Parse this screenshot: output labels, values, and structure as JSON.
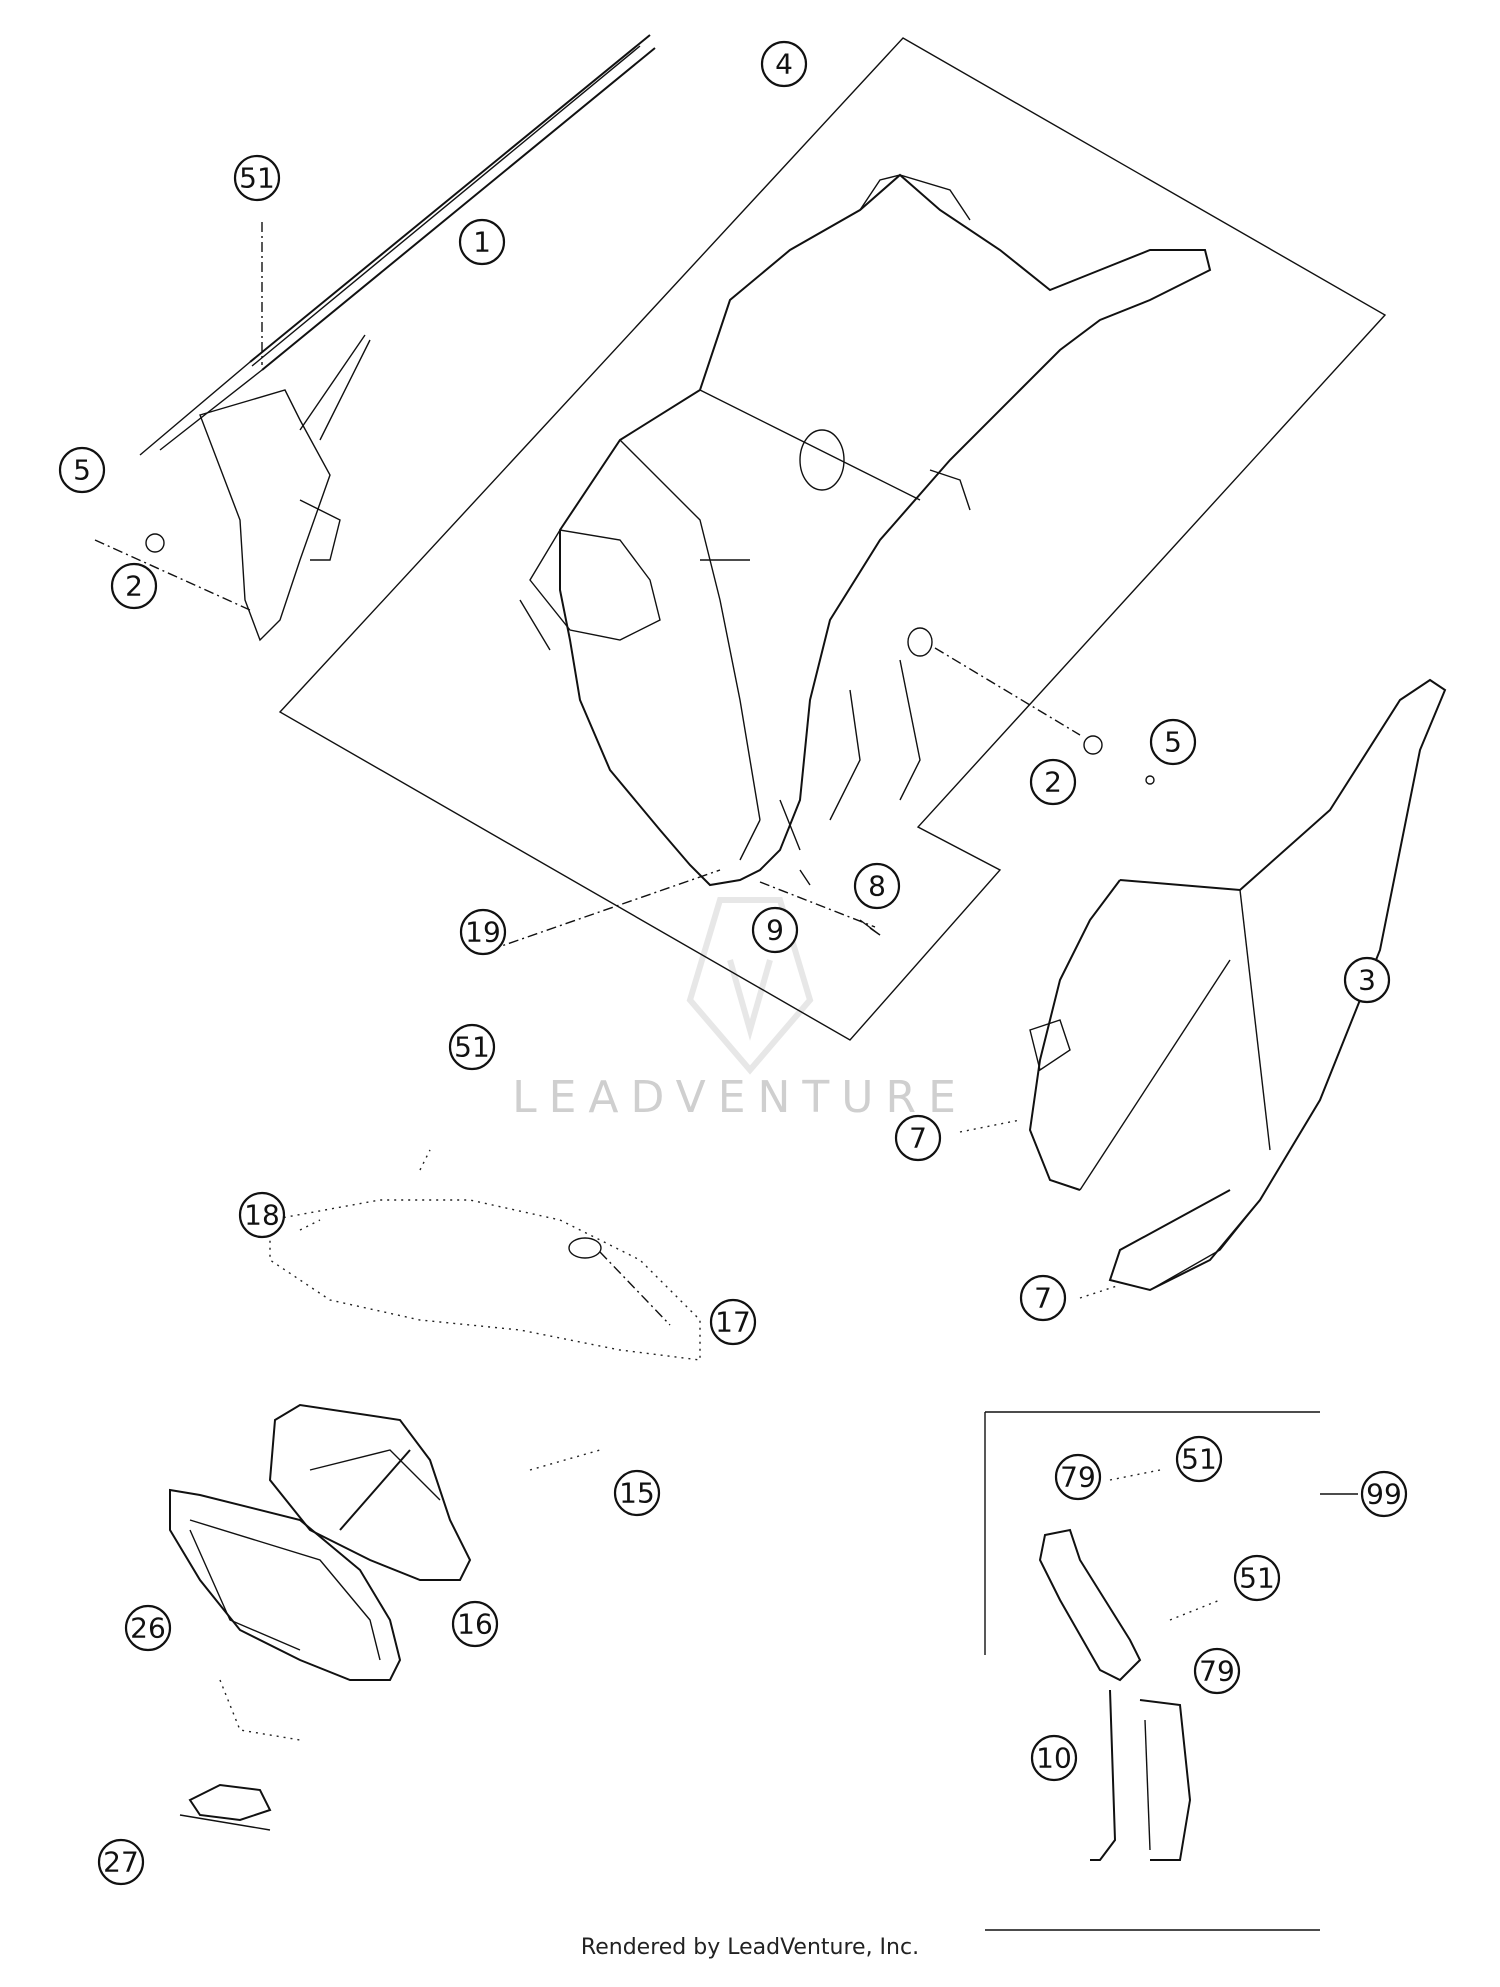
{
  "callouts": [
    {
      "id": "c51a",
      "label": "51"
    },
    {
      "id": "c1",
      "label": "1"
    },
    {
      "id": "c4",
      "label": "4"
    },
    {
      "id": "c5a",
      "label": "5"
    },
    {
      "id": "c2a",
      "label": "2"
    },
    {
      "id": "c2b",
      "label": "2"
    },
    {
      "id": "c5b",
      "label": "5"
    },
    {
      "id": "c8",
      "label": "8"
    },
    {
      "id": "c9",
      "label": "9"
    },
    {
      "id": "c19",
      "label": "19"
    },
    {
      "id": "c51b",
      "label": "51"
    },
    {
      "id": "c3",
      "label": "3"
    },
    {
      "id": "c7a",
      "label": "7"
    },
    {
      "id": "c7b",
      "label": "7"
    },
    {
      "id": "c18",
      "label": "18"
    },
    {
      "id": "c17",
      "label": "17"
    },
    {
      "id": "c15",
      "label": "15"
    },
    {
      "id": "c16",
      "label": "16"
    },
    {
      "id": "c26",
      "label": "26"
    },
    {
      "id": "c27",
      "label": "27"
    },
    {
      "id": "c79a",
      "label": "79"
    },
    {
      "id": "c51c",
      "label": "51"
    },
    {
      "id": "c99",
      "label": "99"
    },
    {
      "id": "c51d",
      "label": "51"
    },
    {
      "id": "c79b",
      "label": "79"
    },
    {
      "id": "c10",
      "label": "10"
    }
  ],
  "watermark": "LEADVENTURE",
  "footer": "Rendered by LeadVenture, Inc."
}
